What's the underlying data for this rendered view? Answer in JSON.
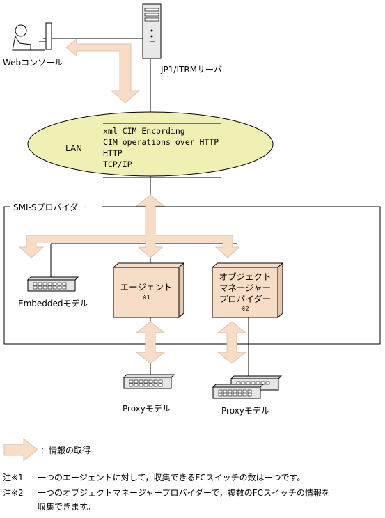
{
  "diagram": {
    "web_console_label": "Webコンソール",
    "server_label": "JP1/ITRMサーバ",
    "lan": {
      "label": "LAN",
      "protocols": [
        "xml CIM Encording",
        "CIM operations over HTTP",
        "HTTP",
        "TCP/IP"
      ]
    },
    "smi_s_label": "SMI-Sプロバイダー",
    "embedded_label": "Embeddedモデル",
    "agent": {
      "label": "エージェント",
      "mark": "※1"
    },
    "object_manager": {
      "label_lines": [
        "オブジェクト",
        "マネージャー",
        "プロバイダー"
      ],
      "mark": "※2"
    },
    "proxy_label_1": "Proxyモデル",
    "proxy_label_2": "Proxyモデル"
  },
  "legend": {
    "text": "：情報の取得"
  },
  "notes": [
    {
      "mark": "注※1",
      "lines": [
        "一つのエージェントに対して，収集できるFCスイッチの数は一つです。"
      ]
    },
    {
      "mark": "注※2",
      "lines": [
        "一つのオブジェクトマネージャープロバイダーで，複数のFCスイッチの情報を",
        "収集できます。"
      ]
    }
  ],
  "colors": {
    "arrow_fill": "#f7dcc6",
    "arrow_stroke": "#d8c8b8",
    "lan_fill": "#f0f0b4",
    "box_fill": "#f7dcc6",
    "box_side": "#e8c8ac"
  }
}
